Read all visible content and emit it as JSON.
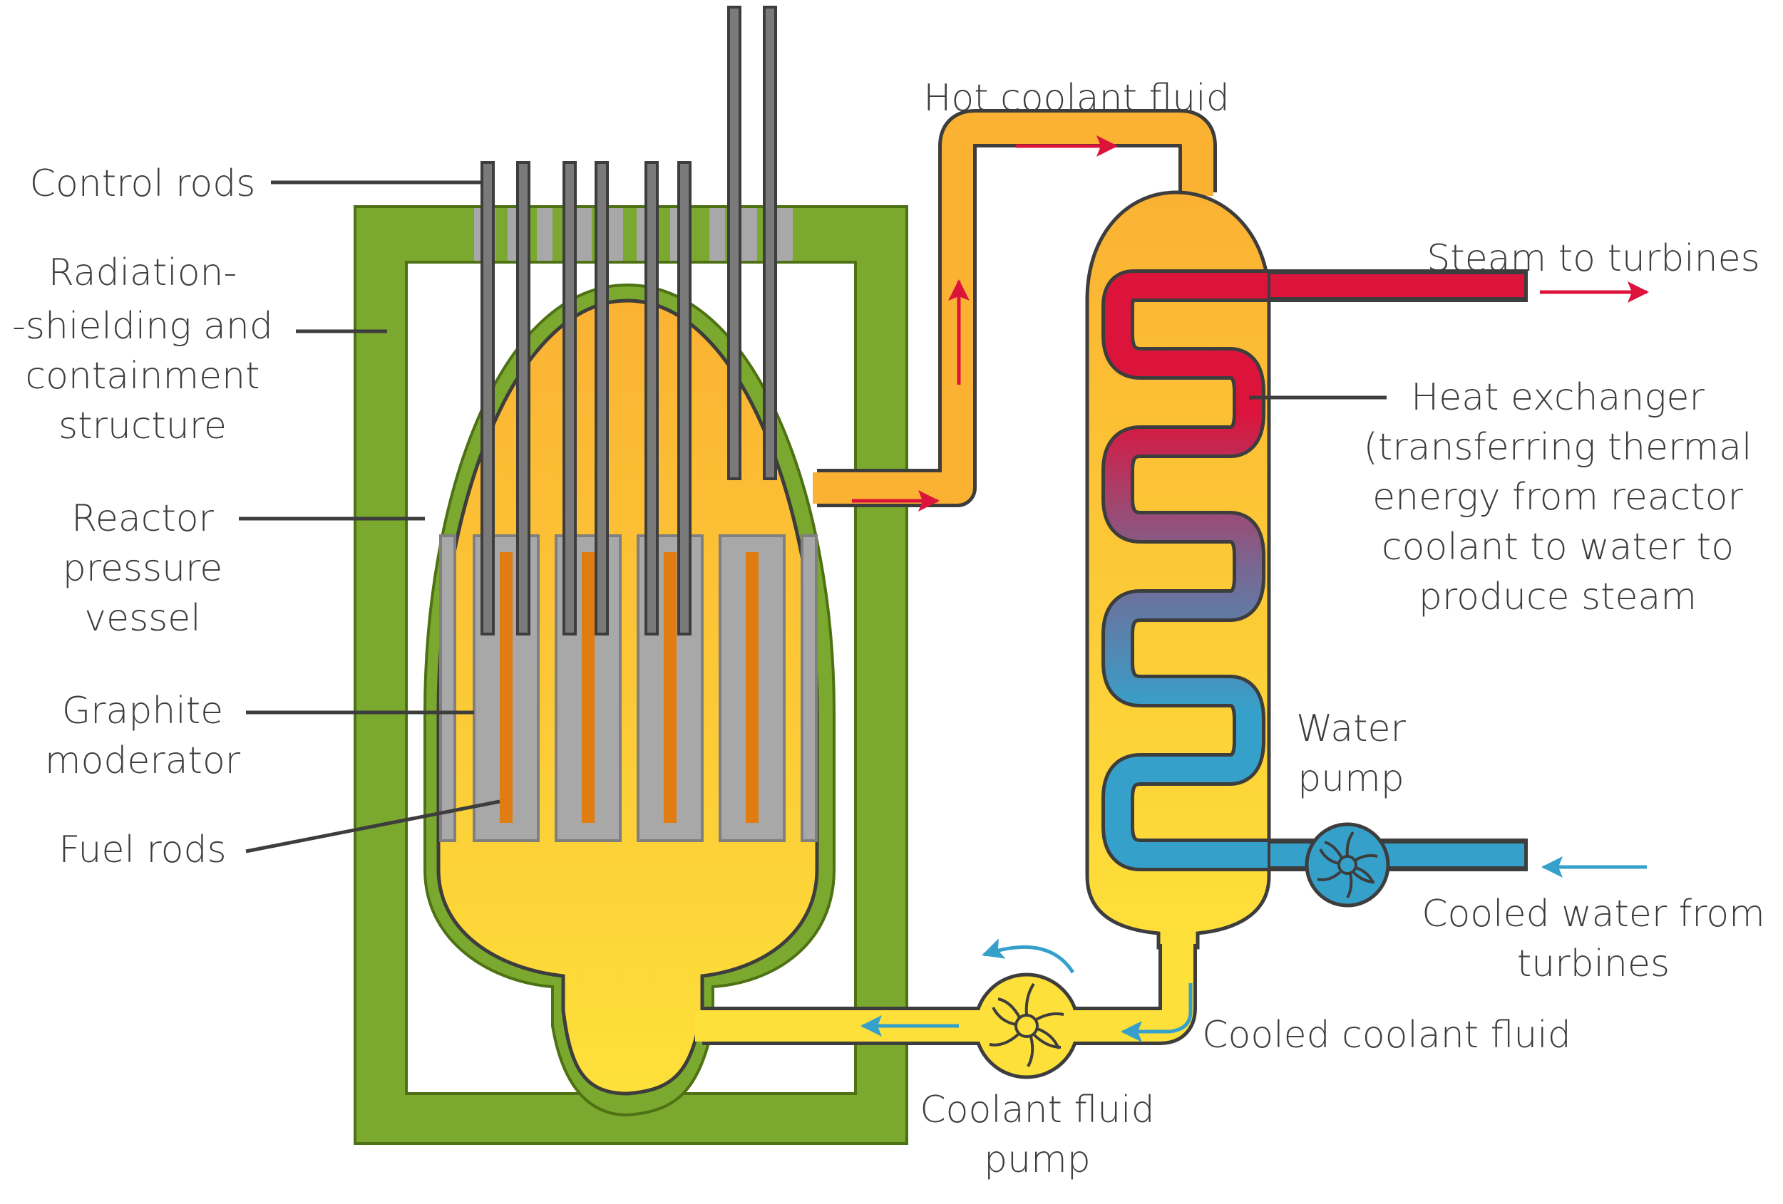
{
  "labels": {
    "control_rods": "Control rods",
    "shielding": [
      "Radiation-",
      "-shielding and",
      "containment",
      "structure"
    ],
    "pressure_vessel": [
      "Reactor",
      "pressure",
      "vessel"
    ],
    "graphite": [
      "Graphite",
      "moderator"
    ],
    "fuel_rods": "Fuel rods",
    "hot_coolant": "Hot coolant fluid",
    "steam": "Steam to turbines",
    "heat_exchanger": [
      "Heat exchanger",
      "(transferring thermal",
      "energy from reactor",
      "coolant to water to",
      "produce steam"
    ],
    "water_pump": [
      "Water",
      "pump"
    ],
    "cooled_water": [
      "Cooled water from",
      "turbines"
    ],
    "cooled_coolant": "Cooled coolant fluid",
    "coolant_pump": [
      "Coolant fluid",
      "pump"
    ]
  },
  "colors": {
    "containment_green": "#7ba82e",
    "containment_stroke": "#4d7113",
    "hot_orange": "#fbb233",
    "cool_yellow": "#fde03a",
    "steam_red": "#dc143c",
    "water_blue": "#35a1cb",
    "graphite_grey": "#a8a8a8",
    "rod_grey": "#7a7a7a",
    "fuel_orange": "#e07d12",
    "outline": "#3d3d3d"
  }
}
